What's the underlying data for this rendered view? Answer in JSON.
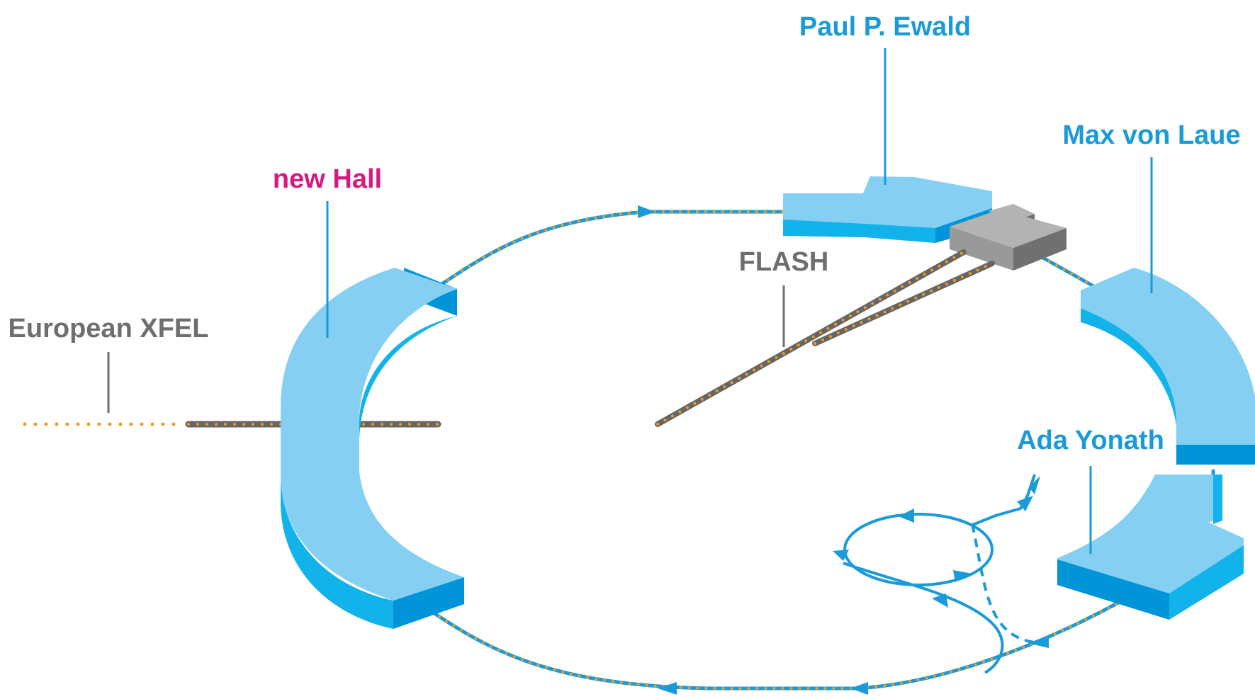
{
  "labels": {
    "paul_ewald": "Paul P. Ewald",
    "max_von_laue": "Max von Laue",
    "new_hall": "new Hall",
    "european_xfel": "European XFEL",
    "flash": "FLASH",
    "ada_yonath": "Ada Yonath"
  },
  "colors": {
    "hall_top": "#85cff2",
    "hall_side": "#12b3ea",
    "hall_dark": "#0095d8",
    "ring_line": "#1a9ad9",
    "beam_dots": "#f39a1e",
    "beamline_gray": "#666666",
    "label_blue": "#1a9ad9",
    "label_magenta": "#d6197f",
    "label_gray": "#6e6e6e",
    "building_light": "#b3b3b3",
    "building_mid": "#999999",
    "building_dark": "#707070"
  }
}
